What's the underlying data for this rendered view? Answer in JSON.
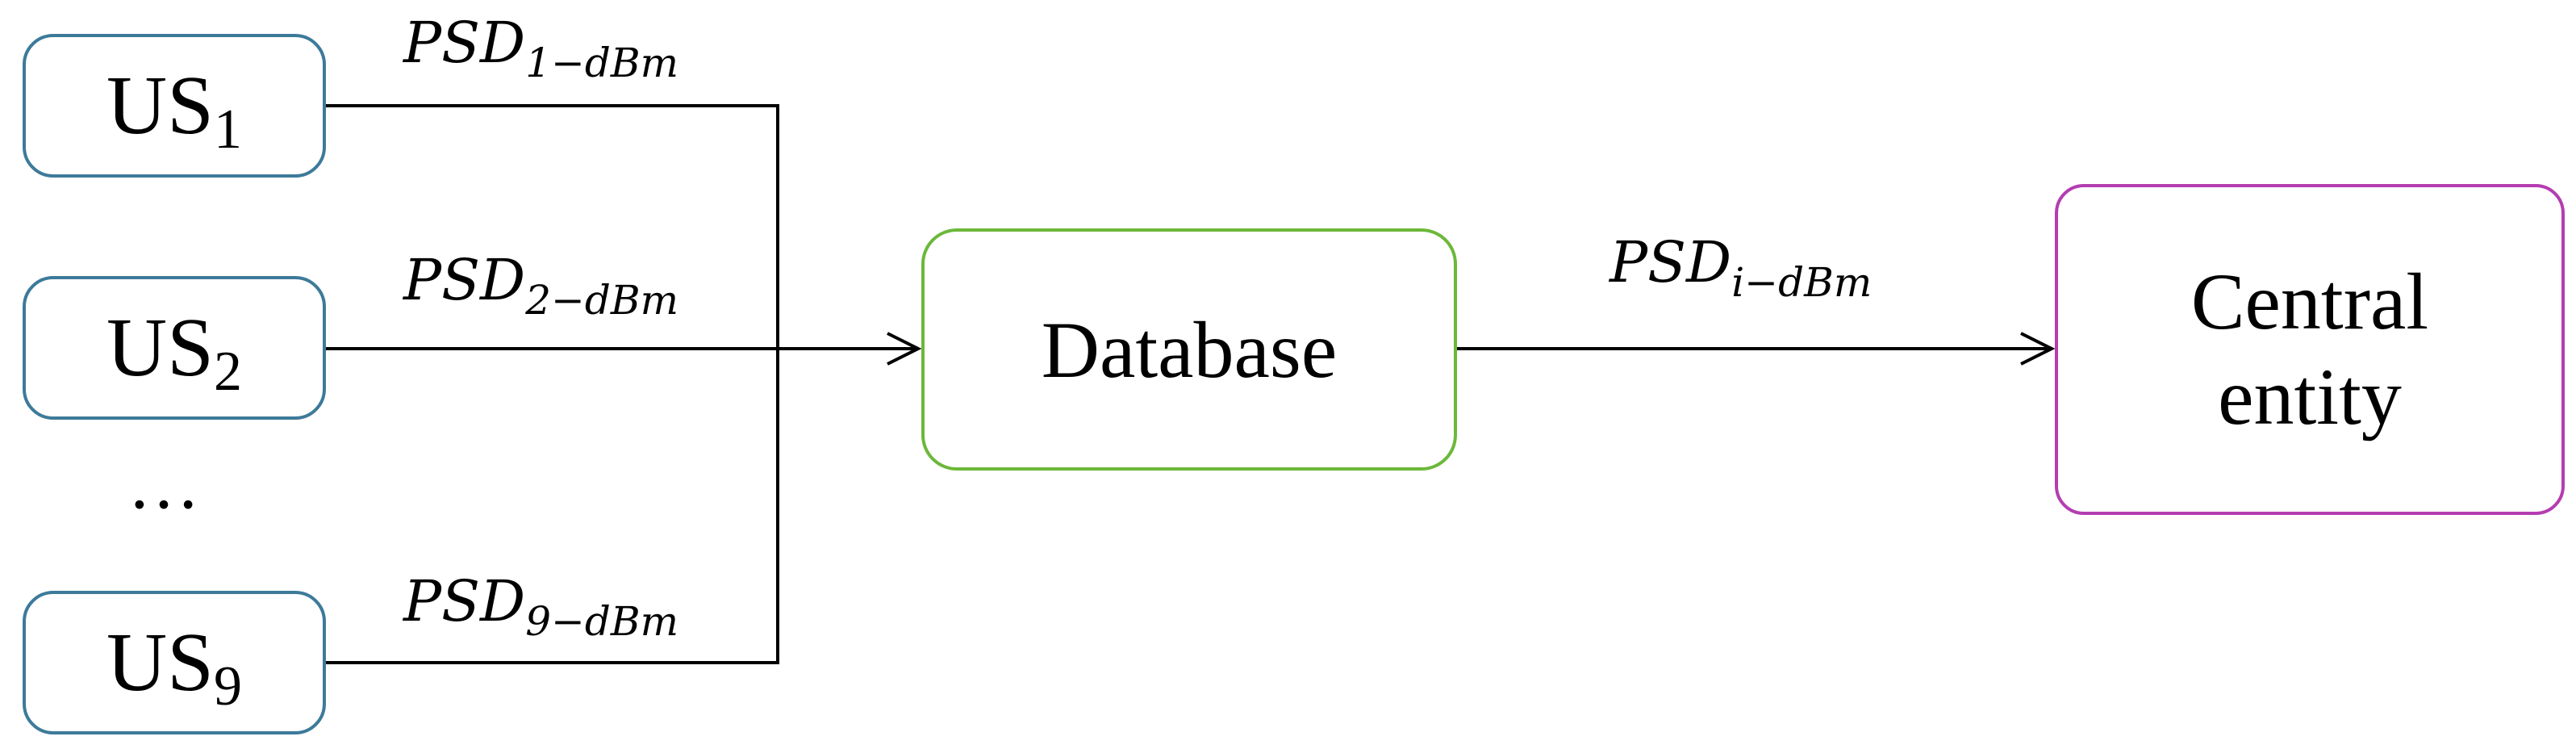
{
  "nodes": {
    "us_1": {
      "label": "US",
      "sub": "1"
    },
    "us_2": {
      "label": "US",
      "sub": "2"
    },
    "us_9": {
      "label": "US",
      "sub": "9"
    },
    "ellipsis": "…",
    "database": "Database",
    "central_entity": {
      "line1": "Central",
      "line2": "entity"
    }
  },
  "edges": {
    "psd_1": {
      "main": "PSD",
      "sub": "1−dBm"
    },
    "psd_2": {
      "main": "PSD",
      "sub": "2−dBm"
    },
    "psd_9": {
      "main": "PSD",
      "sub": "9−dBm"
    },
    "psd_i": {
      "main": "PSD",
      "sub": "i−dBm"
    }
  },
  "colors": {
    "us_border": "#3d7a9a",
    "database_border": "#6cb83a",
    "central_entity_border": "#b43db0",
    "line": "#000000"
  }
}
